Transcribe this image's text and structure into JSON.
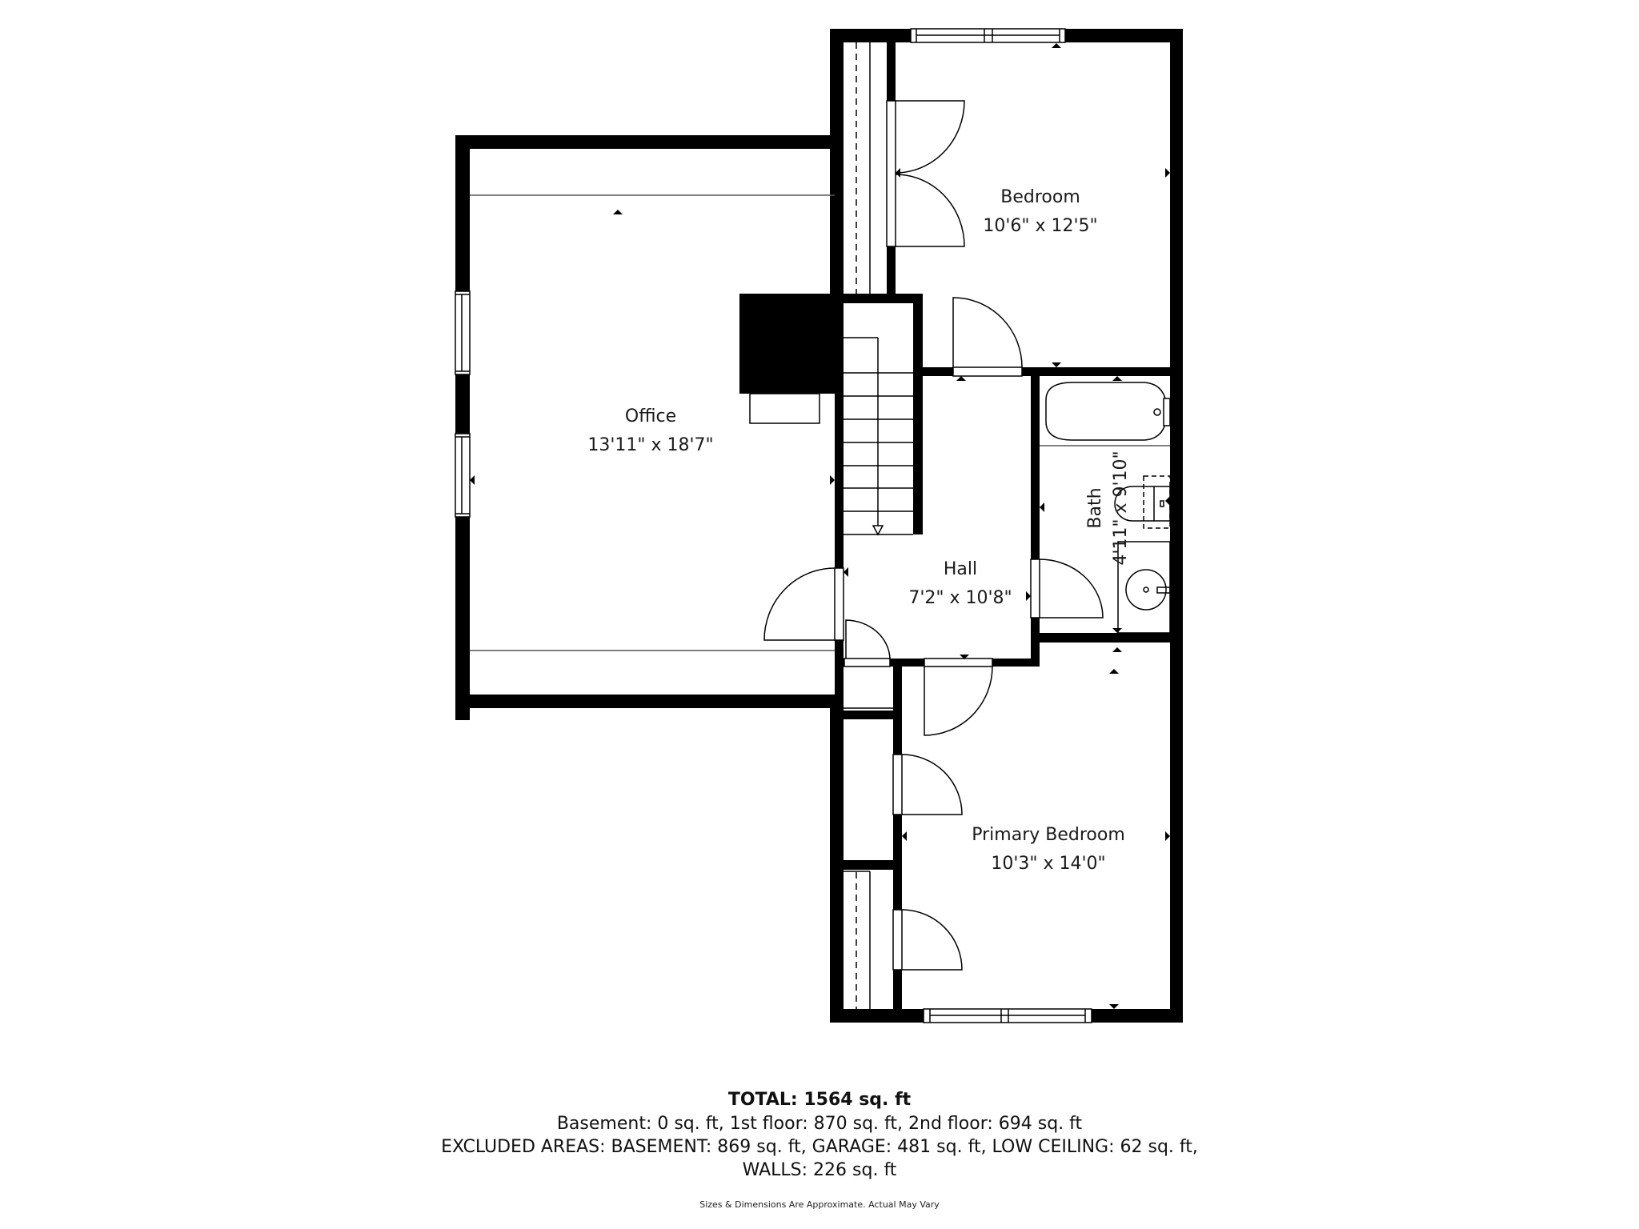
{
  "floorplan": {
    "rooms": [
      {
        "id": "office",
        "name": "Office",
        "dims": "13'11\" x 18'7\""
      },
      {
        "id": "bedroom",
        "name": "Bedroom",
        "dims": "10'6\" x 12'5\""
      },
      {
        "id": "hall",
        "name": "Hall",
        "dims": "7'2\" x 10'8\""
      },
      {
        "id": "bath",
        "name": "Bath",
        "dims": "4'11\" x 9'10\""
      },
      {
        "id": "primary_bedroom",
        "name": "Primary Bedroom",
        "dims": "10'3\" x 14'0\""
      }
    ],
    "wall_color": "#000000",
    "background": "#ffffff"
  },
  "footer": {
    "total": "TOTAL: 1564 sq. ft",
    "floors": "Basement: 0 sq. ft, 1st floor: 870 sq. ft, 2nd floor: 694 sq. ft",
    "excluded": "EXCLUDED AREAS: BASEMENT: 869 sq. ft, GARAGE: 481 sq. ft, LOW CEILING: 62 sq. ft,",
    "walls": "WALLS: 226 sq. ft",
    "disclaimer": "Sizes & Dimensions Are Approximate. Actual May Vary"
  }
}
